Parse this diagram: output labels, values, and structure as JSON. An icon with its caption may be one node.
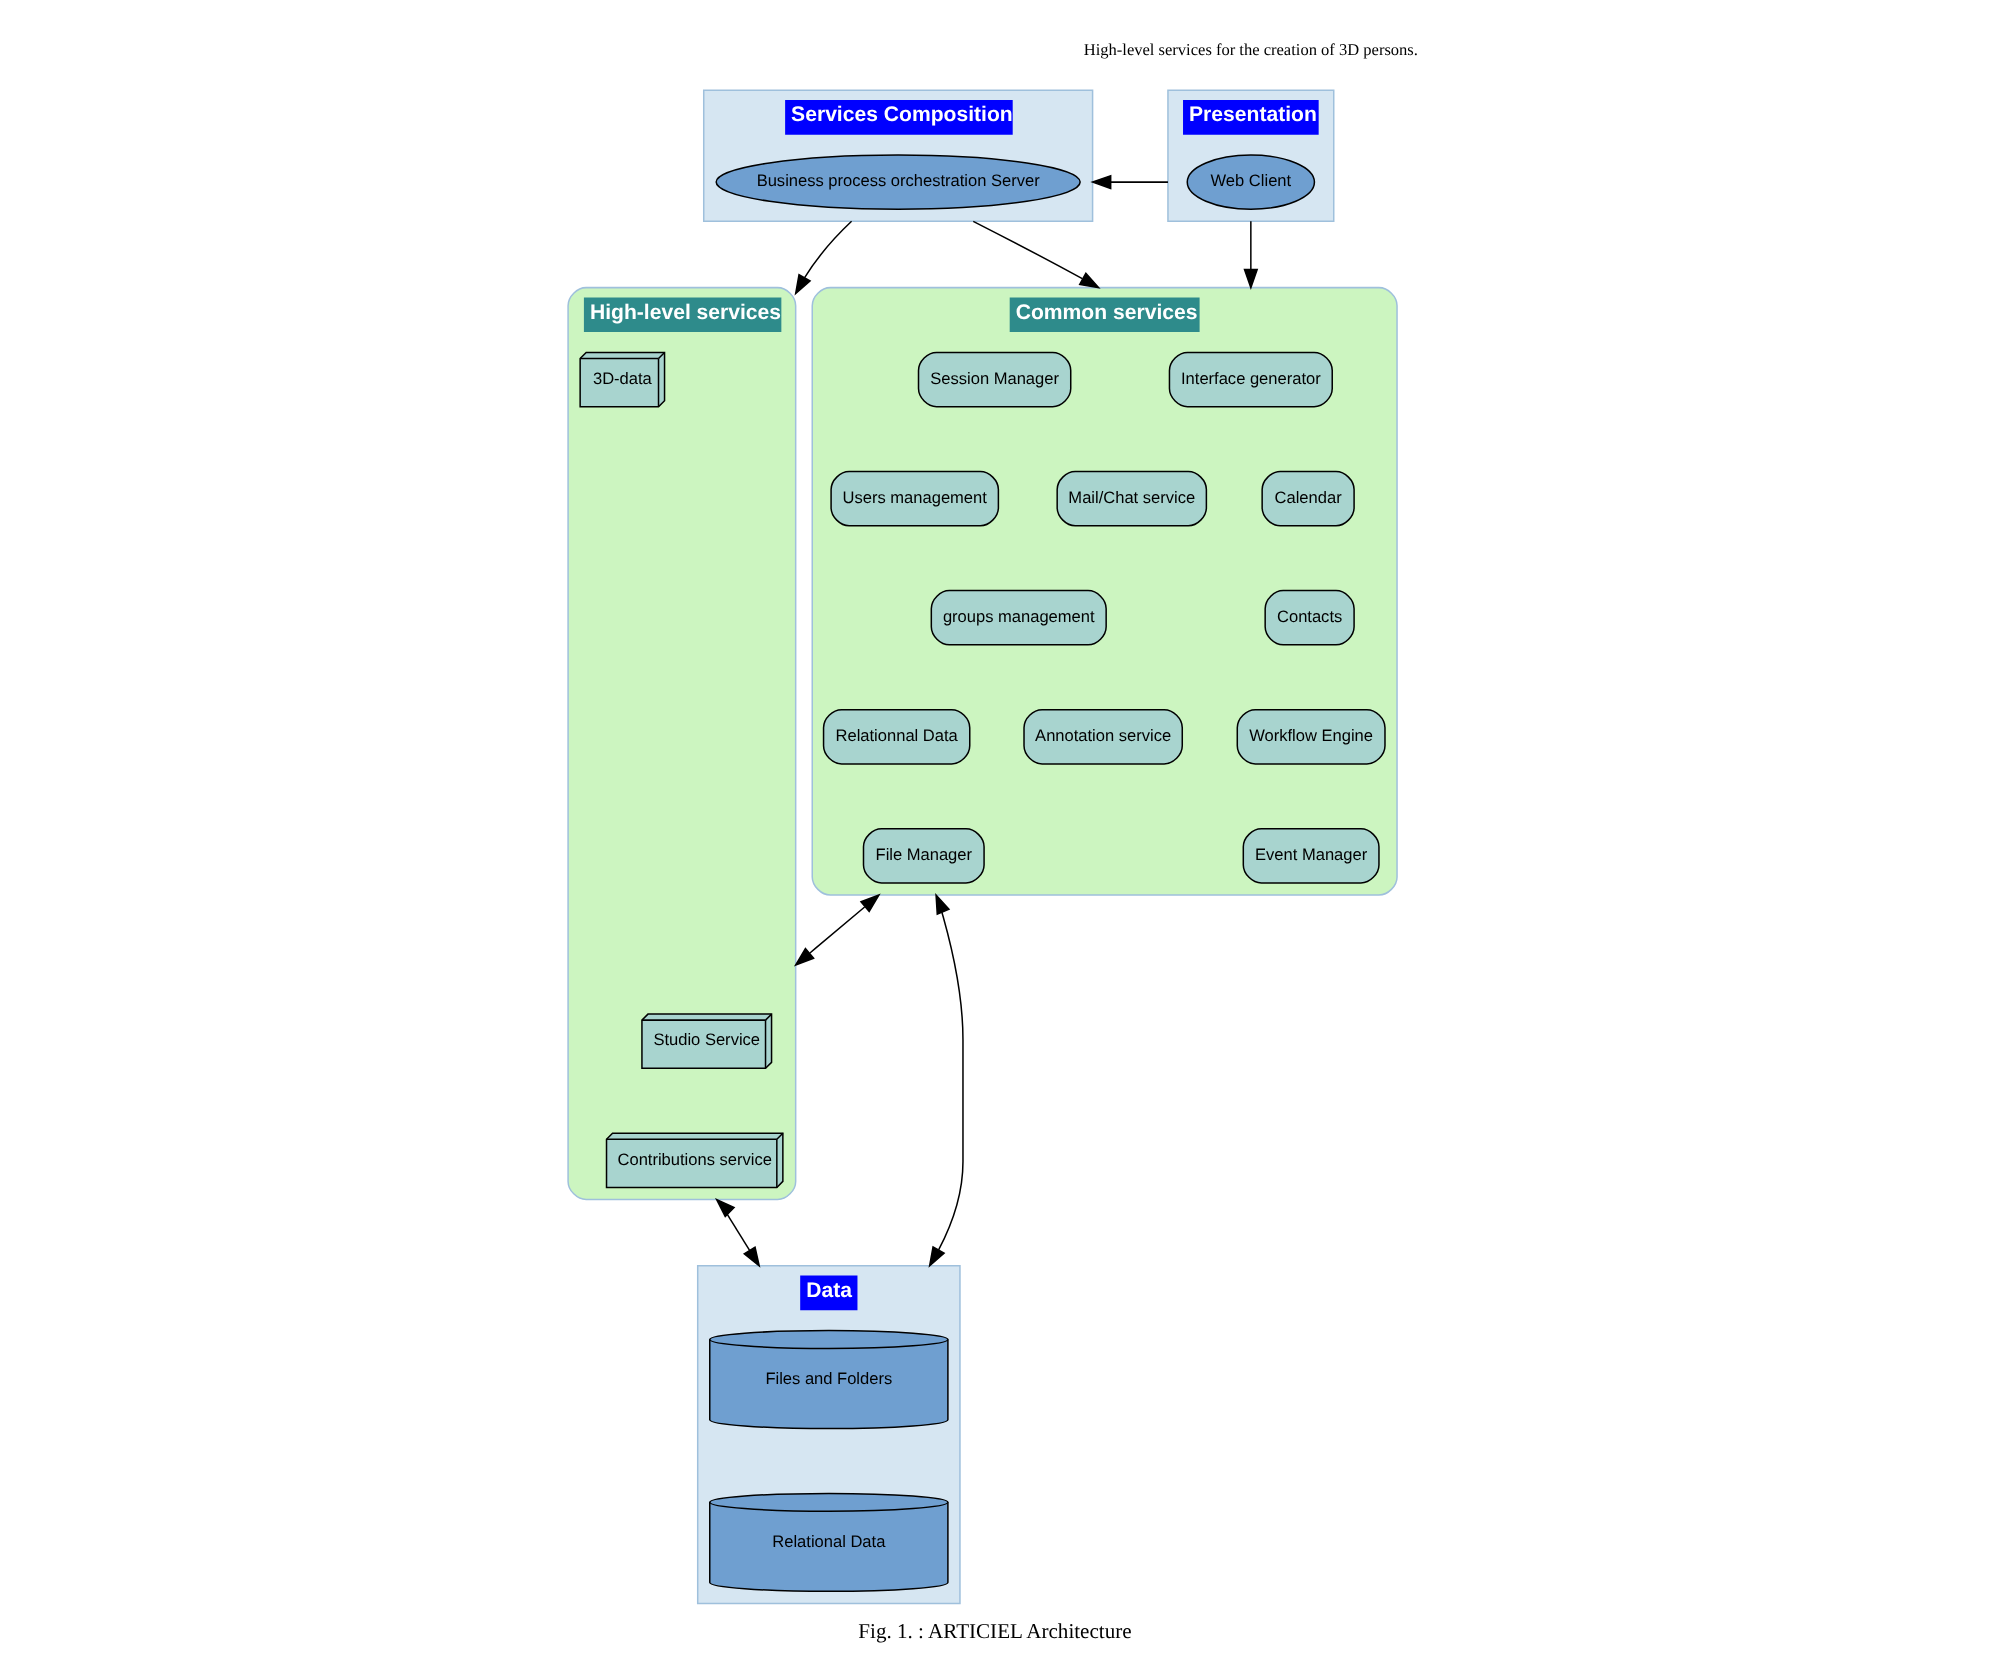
{
  "diagram": {
    "caption": "Fig. 1. : ARTICIEL Architecture",
    "nodes": [
      {
        "text": [
          "Presentation"
        ]
      },
      {
        "text": [
          "Web Client"
        ],
        "in": 0
      },
      {
        "text": [
          "Services Composition"
        ]
      },
      {
        "text": [
          "Business process orchestration Server"
        ],
        "in": 2
      },
      {
        "text": [
          "Common services"
        ]
      },
      {
        "text": [
          "Interface generator"
        ],
        "in": 4
      },
      {
        "text": [
          "Session Manager"
        ],
        "in": 4
      },
      {
        "text": [
          "Calendar"
        ],
        "in": 4
      },
      {
        "text": [
          "Mail/Chat service"
        ],
        "in": 4
      },
      {
        "text": [
          "Users management"
        ],
        "in": 4
      },
      {
        "text": [
          "Contacts"
        ],
        "in": 4
      },
      {
        "text": [
          "groups management"
        ],
        "in": 4
      },
      {
        "text": [
          "Workflow Engine"
        ],
        "in": 4
      },
      {
        "text": [
          "Annotation service"
        ],
        "in": 4
      },
      {
        "text": [
          "Relationnal Data"
        ],
        "in": 4
      },
      {
        "text": [
          "Event Manager"
        ],
        "in": 4
      },
      {
        "text": [
          "File Manager"
        ],
        "in": 4
      },
      {
        "text": [
          "High-level services"
        ]
      },
      {
        "text": [
          "Studio Service"
        ],
        "in": 17
      },
      {
        "text": [
          "3D-data"
        ],
        "in": 17
      },
      {
        "text": [
          "Contributions service"
        ],
        "in": 17
      },
      {
        "text": [
          "Data"
        ]
      },
      {
        "text": [
          "Files and Folders"
        ],
        "in": 21
      },
      {
        "text": [
          "Relational Data"
        ],
        "in": 21
      }
    ],
    "edges": [
      {
        "from": 0,
        "to": 2,
        "arrow": "to"
      },
      {
        "from": 0,
        "to": 4,
        "arrow": "to"
      },
      {
        "from": 2,
        "to": 4,
        "arrow": "to"
      },
      {
        "from": 2,
        "to": 17,
        "arrow": "to"
      },
      {
        "from": 4,
        "to": 17,
        "arrow": "both"
      },
      {
        "from": 4,
        "to": 21,
        "arrow": "both"
      },
      {
        "from": 17,
        "to": 21,
        "arrow": "both"
      }
    ],
    "labels": [
      "High-level services for the creation of 3D persons."
    ]
  }
}
